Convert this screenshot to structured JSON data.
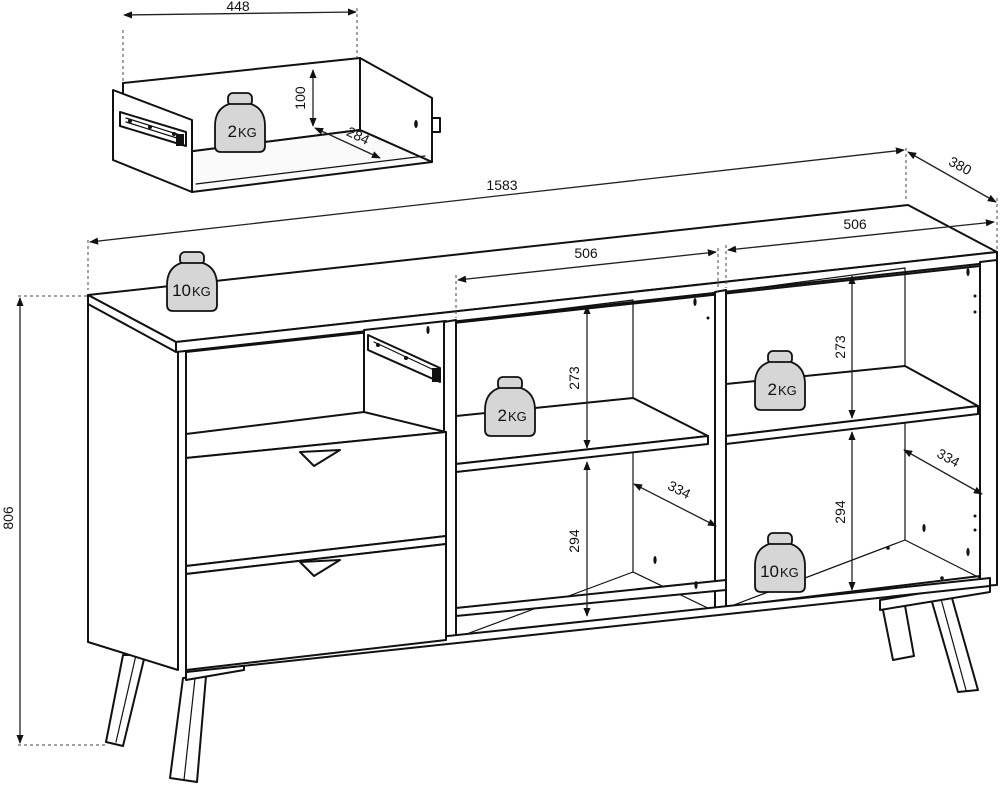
{
  "dimensions": {
    "drawer_width": "448",
    "drawer_height": "100",
    "drawer_depth": "284",
    "total_width": "1583",
    "total_depth": "380",
    "compartment_width_middle": "506",
    "compartment_width_right": "506",
    "total_height": "806",
    "shelf_upper_middle": "273",
    "shelf_lower_middle": "294",
    "shelf_depth_middle": "334",
    "shelf_upper_right": "273",
    "shelf_lower_right": "294",
    "shelf_depth_right": "334"
  },
  "loads": {
    "drawer": {
      "number": "2",
      "unit": "KG"
    },
    "top": {
      "number": "10",
      "unit": "KG"
    },
    "middle_upper_shelf": {
      "number": "2",
      "unit": "KG"
    },
    "right_upper_shelf": {
      "number": "2",
      "unit": "KG"
    },
    "right_bottom": {
      "number": "10",
      "unit": "KG"
    }
  },
  "colors": {
    "line": "#111111",
    "weight_fill": "#d6d6d6",
    "background": "#ffffff"
  }
}
